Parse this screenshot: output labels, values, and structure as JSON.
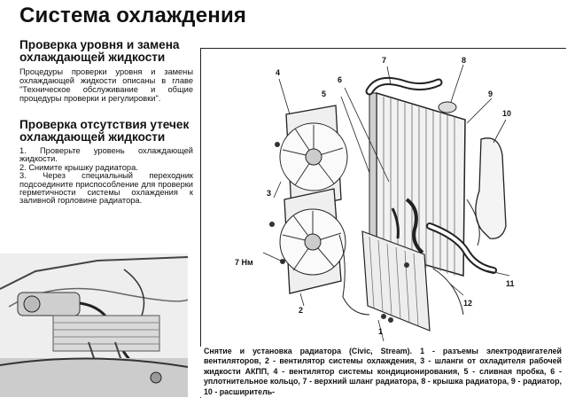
{
  "page": {
    "title": "Система охлаждения"
  },
  "section_level": {
    "heading": "Проверка уровня и замена охлаждающей жидкости",
    "text": "Процедуры проверки уровня и замены охлаждающей жидкости описаны в главе \"Техническое обслуживание и общие процедуры проверки и регулировки\"."
  },
  "section_leak": {
    "heading": "Проверка отсутствия утечек охлаждающей жидкости",
    "steps": [
      "1. Проверьте уровень охлаждающей жидкости.",
      "2. Снимите крышку радиатора.",
      "3. Через специальный переходник подсоедините приспособление для проверки герметичности системы охлаждения к заливной горловине радиатора."
    ]
  },
  "diagram": {
    "callouts": [
      "1",
      "2",
      "3",
      "4",
      "5",
      "6",
      "7",
      "8",
      "9",
      "10",
      "11",
      "12",
      "7 Нм"
    ],
    "caption": "Снятие и установка радиатора (Civic, Stream). 1 - разъемы электродвигателей вентиляторов, 2 - вентилятор системы охлаждения, 3 - шланги от охладителя рабочей жидкости АКПП, 4 - вентилятор системы кондиционирования, 5 - сливная пробка, 6 - уплотнительное кольцо, 7 - верхний шланг радиатора, 8 - крышка радиатора, 9 - радиатор, 10 - расширитель-"
  }
}
